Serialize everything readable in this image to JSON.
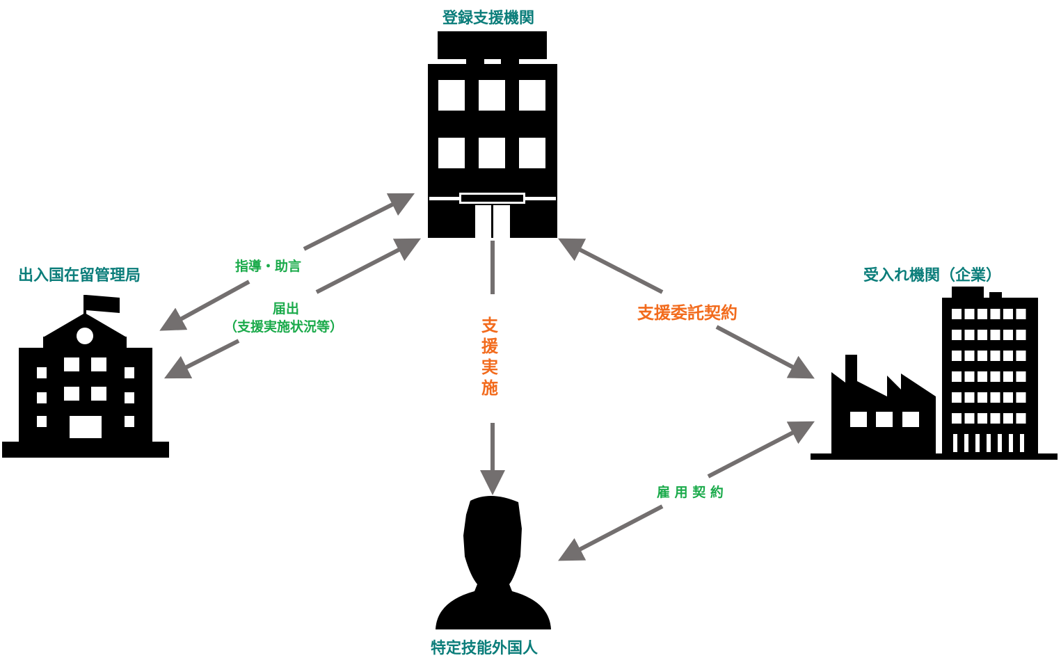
{
  "nodes": {
    "registered_support": "登録支援機関",
    "immigration": "出入国在留管理局",
    "host_org": "受入れ機関（企業）",
    "worker": "特定技能外国人"
  },
  "edges": {
    "guidance": "指導・助言",
    "report_1": "届出",
    "report_2": "（支援実施状況等）",
    "support_contract": "支援委託契約",
    "support_impl": "支援実施",
    "employment": "雇 用 契 約"
  },
  "colors": {
    "teal": "#0b7d7a",
    "green": "#1aaa4a",
    "orange": "#f26b1d",
    "arrow": "#736f6f"
  }
}
